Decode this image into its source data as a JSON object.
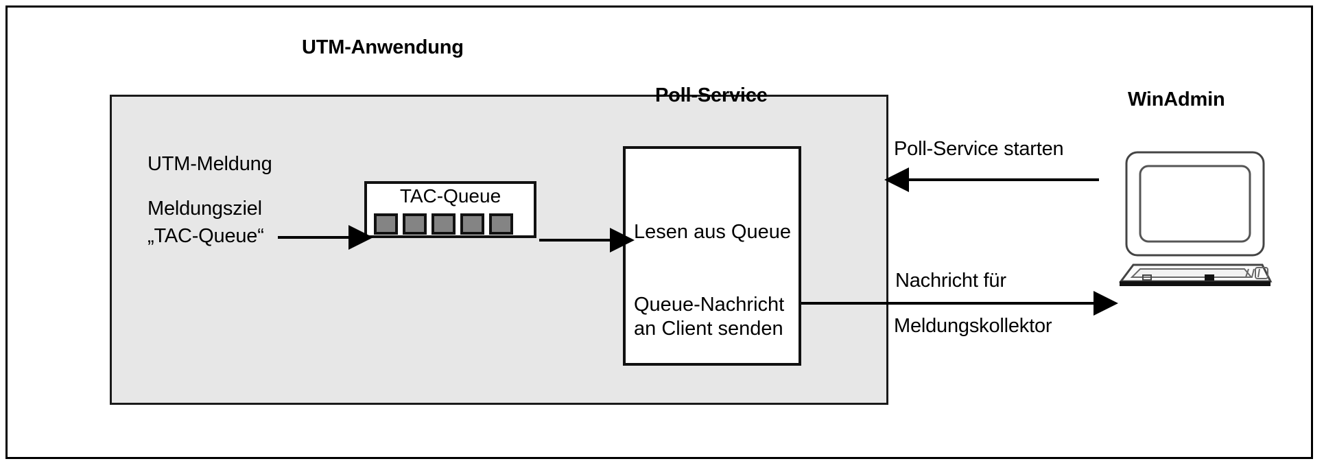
{
  "figure": {
    "type": "block-diagram",
    "language": "de",
    "background": "#ffffff",
    "panel_fill": "#e7e7e7",
    "queue_slot_fill": "#848484",
    "stroke": "#111111"
  },
  "titles": {
    "utm_application": "UTM-Anwendung",
    "poll_service": "Poll-Service",
    "winadmin": "WinAdmin"
  },
  "left_labels": {
    "utm_message": "UTM-Meldung",
    "message_target": "Meldungsziel",
    "message_target_value": "„TAC-Queue“"
  },
  "tac_queue": {
    "label": "TAC-Queue",
    "slot_count": 5,
    "slots": [
      "slot-1",
      "slot-2",
      "slot-3",
      "slot-4",
      "slot-5"
    ]
  },
  "poll_service_box": {
    "line_1": "Lesen aus Queue",
    "line_2_a": "Queue-Nachricht",
    "line_2_b": "an Client senden"
  },
  "arrows": {
    "to_queue": {
      "name": "arrow-utm-message-to-queue",
      "label": "",
      "direction": "right"
    },
    "queue_to_poll": {
      "name": "arrow-queue-to-poll-service",
      "label": "",
      "direction": "right"
    },
    "start_poll": {
      "name": "arrow-start-poll-service",
      "label": "Poll-Service starten",
      "direction": "left"
    },
    "message_out": {
      "name": "arrow-message-to-collector",
      "label_top": "Nachricht für",
      "label_bottom": "Meldungskollektor",
      "direction": "right"
    }
  },
  "icons": {
    "computer": "computer-monitor-keyboard-icon"
  }
}
